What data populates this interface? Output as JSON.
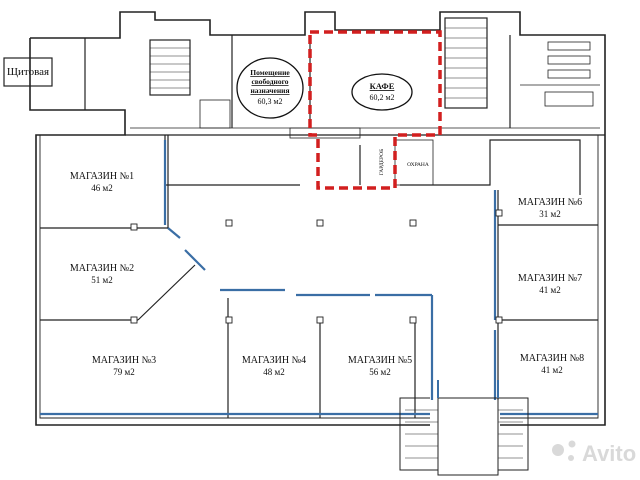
{
  "rooms": {
    "shchitovaya": "Щитовая",
    "free_room_line1": "Помещение",
    "free_room_line2": "свободного",
    "free_room_line3": "назначения",
    "free_room_area": "60,3 м2",
    "cafe_name": "КАФЕ",
    "cafe_area": "60,2 м2",
    "garderob": "ГАРДЕРОБ",
    "okhrana": "ОХРАНА",
    "shop1_name": "МАГАЗИН №1",
    "shop1_area": "46 м2",
    "shop2_name": "МАГАЗИН №2",
    "shop2_area": "51 м2",
    "shop3_name": "МАГАЗИН №3",
    "shop3_area": "79 м2",
    "shop4_name": "МАГАЗИН №4",
    "shop4_area": "48 м2",
    "shop5_name": "МАГАЗИН №5",
    "shop5_area": "56 м2",
    "shop6_name": "МАГАЗИН №6",
    "shop6_area": "31 м2",
    "shop7_name": "МАГАЗИН №7",
    "shop7_area": "41 м2",
    "shop8_name": "МАГАЗИН №8",
    "shop8_area": "41 м2"
  },
  "watermark": "Avito",
  "colors": {
    "wall": "#222222",
    "glazing": "#3a6ea5",
    "cafe_outline": "#d21f1f",
    "watermark": "#d9d9d9"
  }
}
